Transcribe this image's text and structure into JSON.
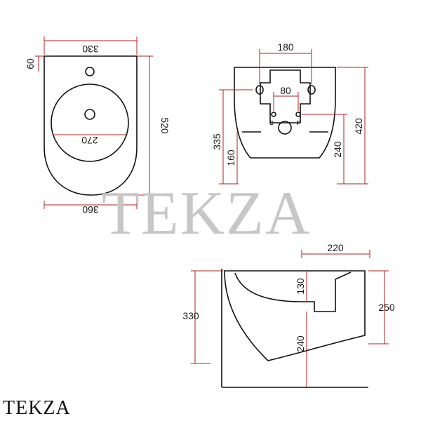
{
  "watermark": "TEKZA",
  "brand_label": "TEKZA",
  "colors": {
    "outline": "#111111",
    "dimension_line": "#b22222",
    "watermark": "#c7c7c7"
  },
  "top_view": {
    "dims": {
      "width_top": "330",
      "hole_offset": "60",
      "length": "520",
      "bowl_width": "270",
      "width_bottom": "360"
    }
  },
  "back_view": {
    "dims": {
      "bracket_spacing": "180",
      "inner_spacing": "80",
      "height_total": "420",
      "height_335": "335",
      "height_160": "160",
      "height_240": "240"
    },
    "labels": {
      "left_connector": "C",
      "right_connector": "F"
    }
  },
  "side_view": {
    "dims": {
      "depth": "220",
      "drop_130": "130",
      "height_330": "330",
      "height_250": "250",
      "height_240": "240"
    }
  }
}
